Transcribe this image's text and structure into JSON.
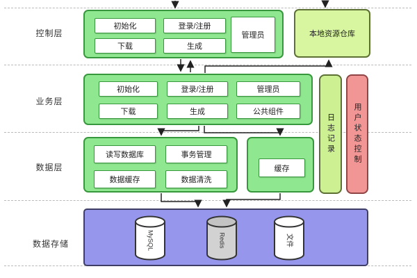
{
  "layer_labels": {
    "control": "控制层",
    "business": "业务层",
    "data": "数据层",
    "storage": "数据存储"
  },
  "control_layer": {
    "init": "初始化",
    "login": "登录/注册",
    "download": "下载",
    "generate": "生成",
    "admin": "管理员",
    "local_repo": "本地资源仓库"
  },
  "business_layer": {
    "init": "初始化",
    "login": "登录/注册",
    "admin": "管理员",
    "download": "下载",
    "generate": "生成",
    "common": "公共组件"
  },
  "side_bars": {
    "log": "日志记录",
    "user_state": "用户状态控制"
  },
  "data_layer": {
    "rw_db": "读写数据库",
    "transaction": "事务管理",
    "data_cache": "数据缓存",
    "data_clean": "数据清洗",
    "cache": "缓存"
  },
  "storage_layer": {
    "cylinders": [
      {
        "name": "MySQL"
      },
      {
        "name": "Redis"
      },
      {
        "name": "文件"
      }
    ]
  },
  "colors": {
    "container_green": "#8fe78f",
    "green_border": "#37973d",
    "repo_green": "#d8f6a0",
    "log_green": "#cdf093",
    "user_pink": "#f29595",
    "storage_purple": "#9697ec",
    "redis_gray": "#d2d2d2",
    "line": "#222222",
    "dash_gray": "#b9b9b9"
  }
}
